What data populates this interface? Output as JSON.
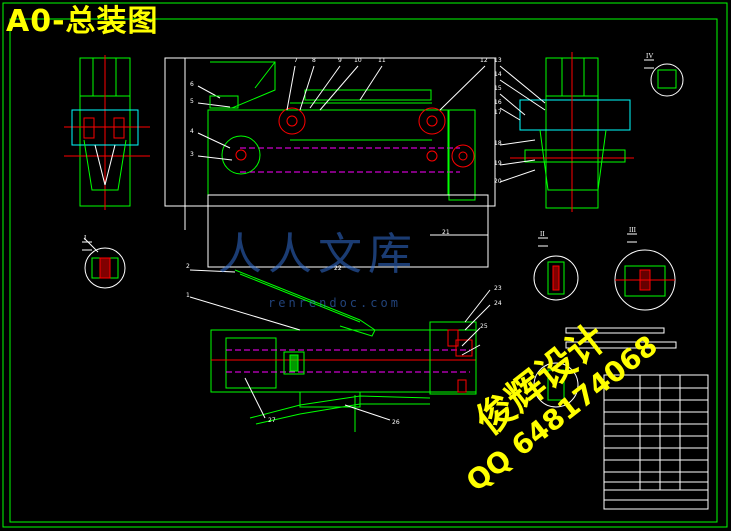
{
  "title": "A0-总装图",
  "watermark": {
    "text": "人人文库",
    "url": "renrendoc.com"
  },
  "overlay": {
    "line1": "俊辉设计",
    "line2": "QQ 648174068"
  },
  "callouts": [
    "6",
    "5",
    "4",
    "3",
    "7",
    "8",
    "9",
    "10",
    "11",
    "12",
    "13",
    "14",
    "15",
    "16",
    "17",
    "18",
    "19",
    "20",
    "21",
    "22",
    "23",
    "24",
    "25",
    "26",
    "27",
    "2",
    "1"
  ],
  "section_labels": [
    "I",
    "II",
    "III",
    "IV"
  ],
  "colors": {
    "background": "#000000",
    "frame": "#00ff00",
    "linework": "#00ff00",
    "centerline": "#ff0000",
    "hidden": "#ff00ff",
    "annotation": "#ffffff",
    "title": "#ffff00",
    "dimension": "#00ffff"
  }
}
